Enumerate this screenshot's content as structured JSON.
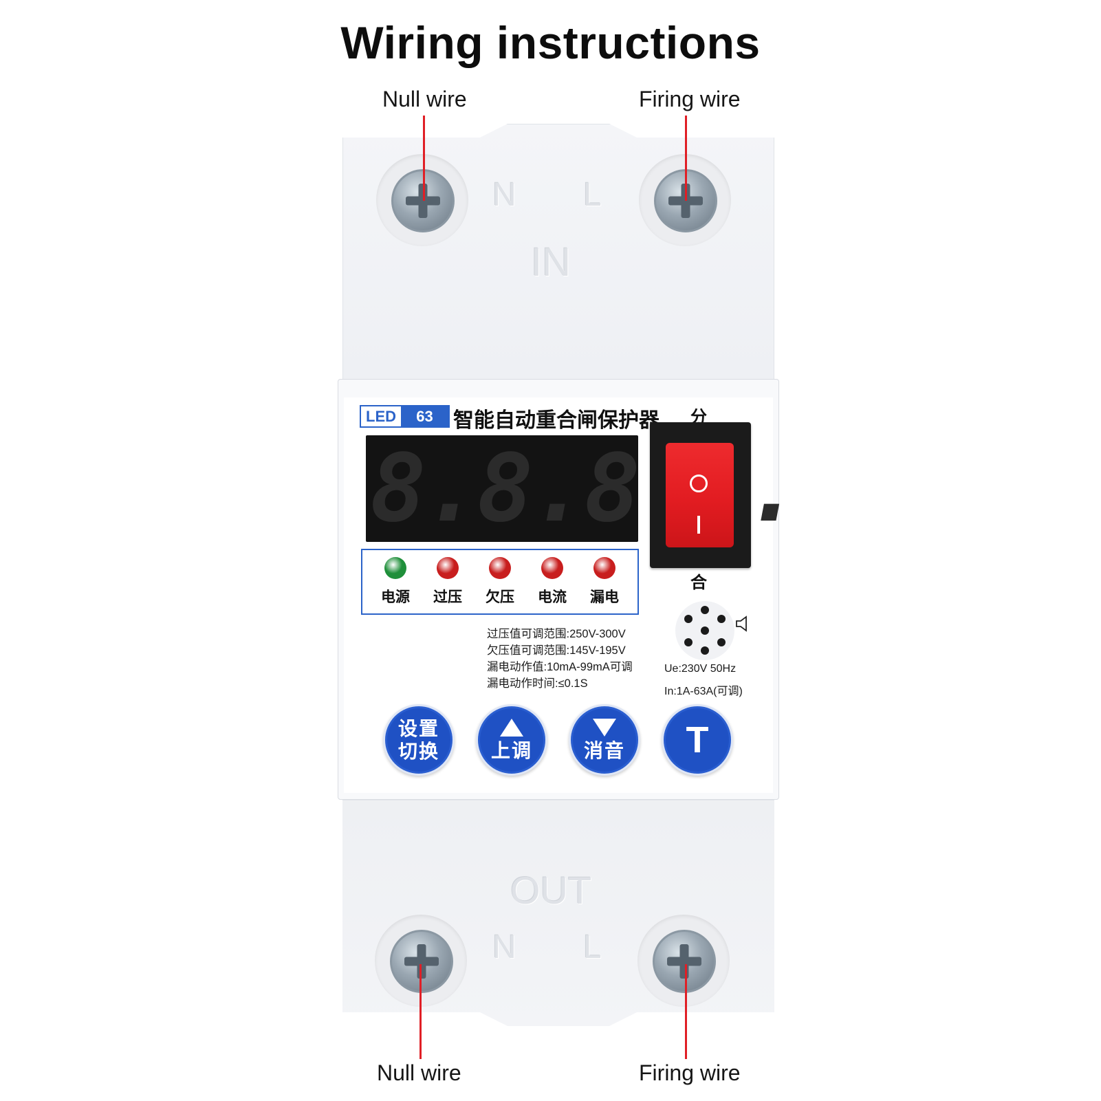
{
  "header": {
    "title": "Wiring instructions"
  },
  "wires": {
    "top_left": "Null wire",
    "top_right": "Firing wire",
    "bottom_left": "Null wire",
    "bottom_right": "Firing wire"
  },
  "housing": {
    "in_label": "IN",
    "out_label": "OUT",
    "n_label": "N",
    "l_label": "L"
  },
  "panel": {
    "model_led": "LED",
    "model_number": "63",
    "product_name": "智能自动重合闸保护器",
    "display_digits": [
      "8.",
      "8.",
      "8.",
      "8."
    ],
    "indicators": [
      {
        "label": "电源",
        "color": "#1f8f3a"
      },
      {
        "label": "过压",
        "color": "#c81e1e"
      },
      {
        "label": "欠压",
        "color": "#c81e1e"
      },
      {
        "label": "电流",
        "color": "#c81e1e"
      },
      {
        "label": "漏电",
        "color": "#c81e1e"
      }
    ],
    "switch": {
      "off_label": "分",
      "on_label": "合"
    },
    "specs": [
      "过压值可调范围:250V-300V",
      "欠压值可调范围:145V-195V",
      "漏电动作值:10mA-99mA可调",
      "漏电动作时间:≤0.1S"
    ],
    "ratings": {
      "ue": "Ue:230V 50Hz",
      "in": "In:1A-63A(可调)"
    },
    "buttons": {
      "set": [
        "设置",
        "切换"
      ],
      "up": "上调",
      "down": "消音",
      "test": "T"
    }
  },
  "colors": {
    "accent_blue": "#2b63c9",
    "button_blue": "#1f51c4",
    "rocker_red": "#e21c21",
    "wire_red": "#e01f26"
  }
}
